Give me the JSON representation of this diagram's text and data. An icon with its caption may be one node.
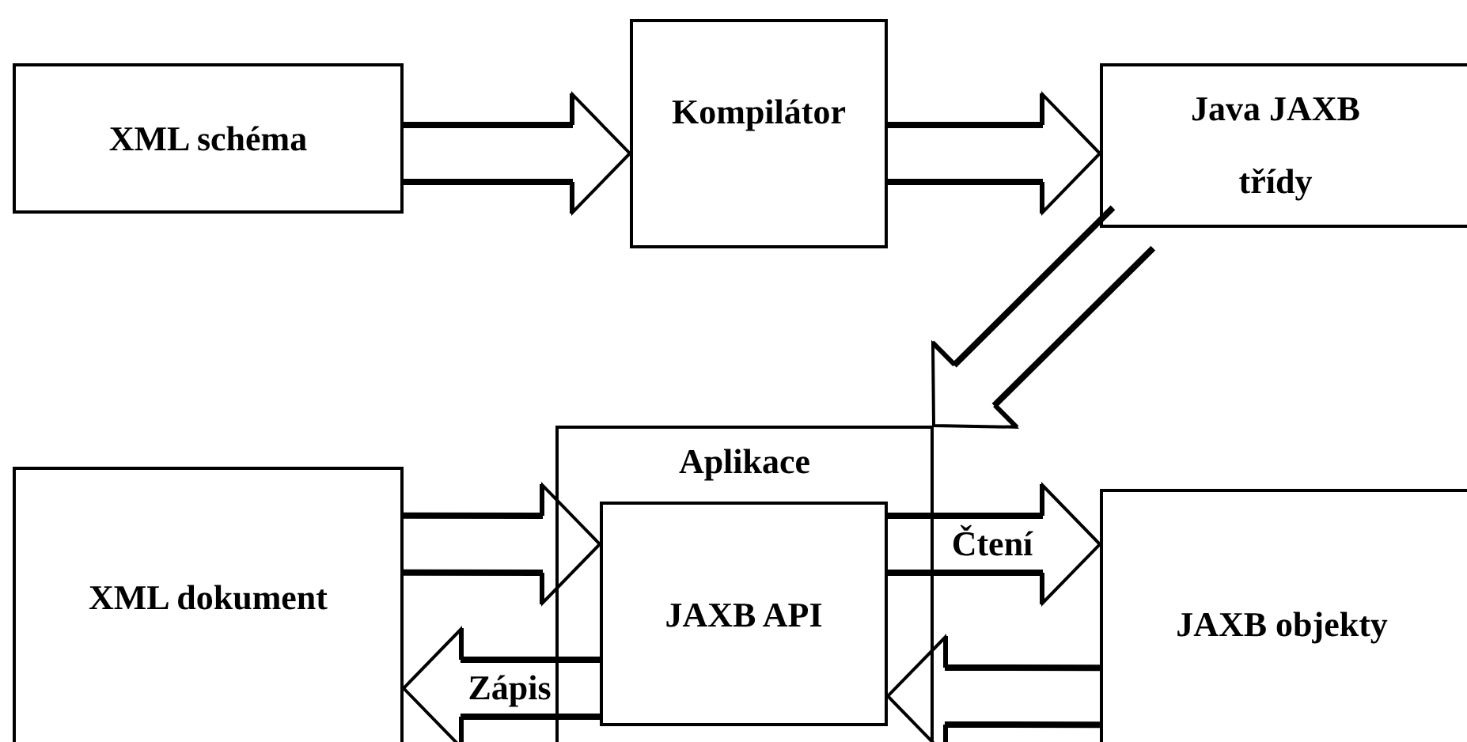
{
  "diagram": {
    "nodes": [
      {
        "text": [
          "XML schéma"
        ]
      },
      {
        "text": [
          "Kompilátor"
        ]
      },
      {
        "text": [
          "Java JAXB třídy"
        ]
      },
      {
        "text": [
          "Aplikace"
        ]
      },
      {
        "text": [
          "XML dokument"
        ]
      },
      {
        "text": [
          "JAXB API"
        ],
        "in": 3
      },
      {
        "text": [
          "JAXB objekty"
        ]
      }
    ],
    "edges": [
      {
        "from": 0,
        "to": 1,
        "arrow": "to"
      },
      {
        "from": 1,
        "to": 2,
        "arrow": "to"
      },
      {
        "from": 2,
        "to": 3,
        "arrow": "to"
      },
      {
        "from": 4,
        "to": 5,
        "arrow": "to"
      },
      {
        "from": 5,
        "to": 6,
        "arrow": "to",
        "label": "Čtení"
      },
      {
        "from": 6,
        "to": 5,
        "arrow": "to"
      },
      {
        "from": 5,
        "to": 4,
        "arrow": "to",
        "label": "Zápis"
      }
    ]
  }
}
